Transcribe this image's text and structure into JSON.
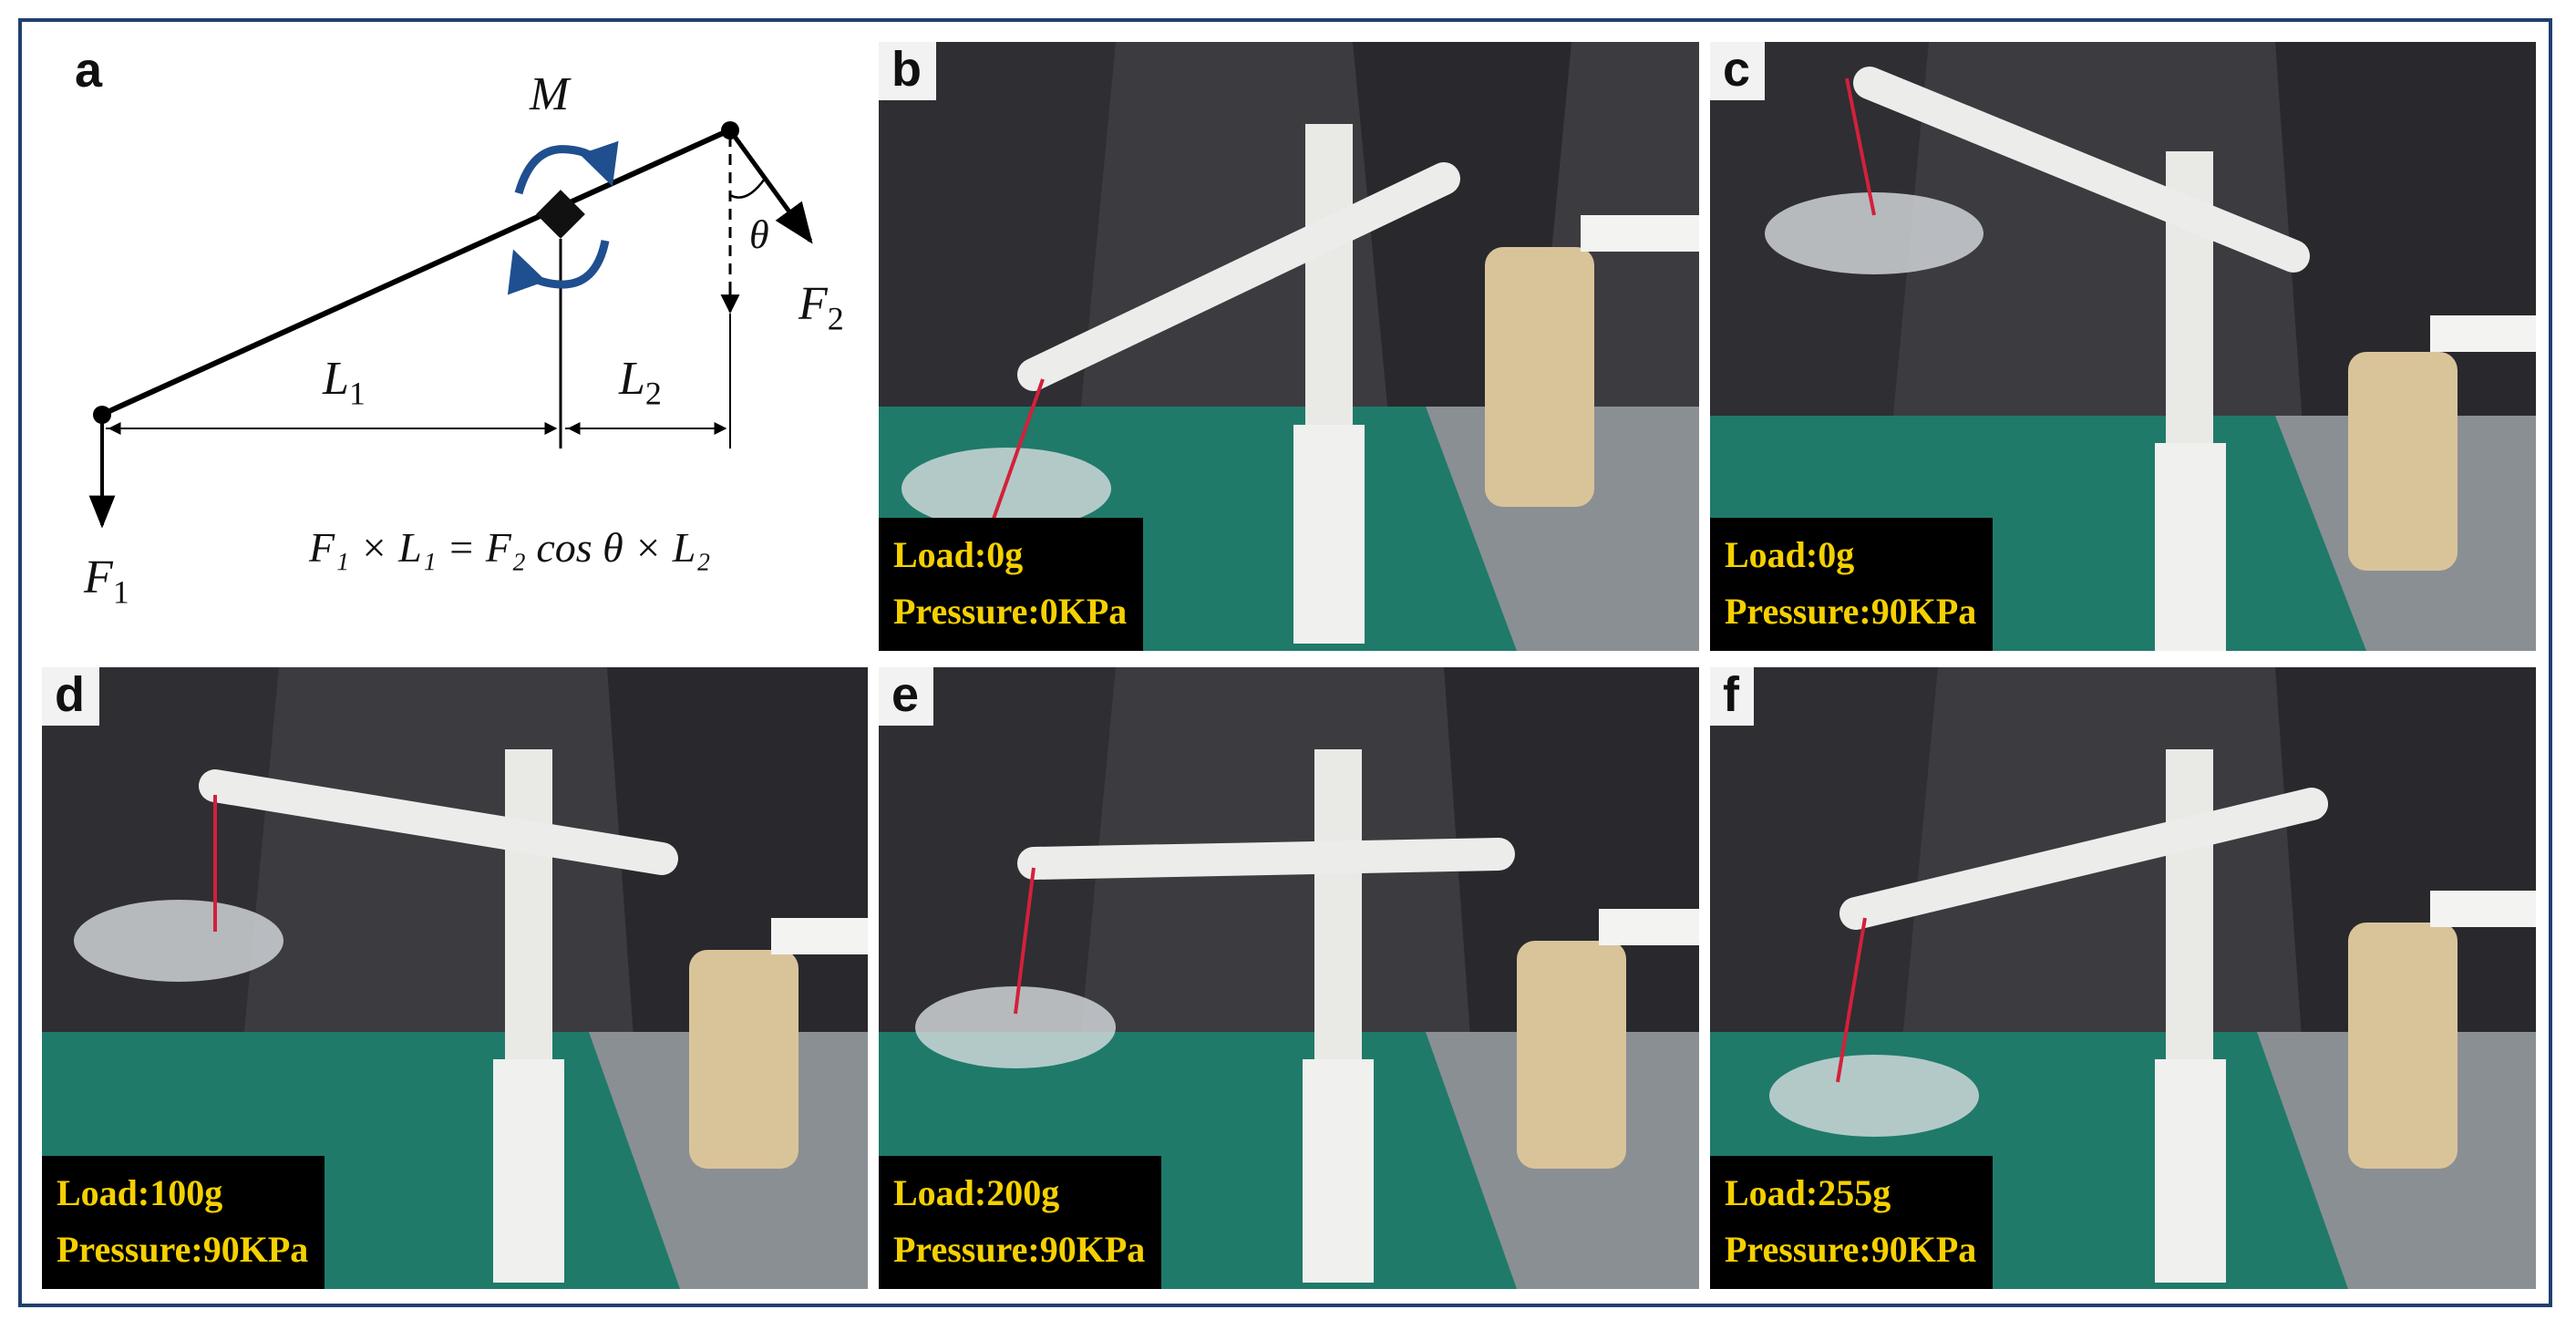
{
  "panels": {
    "a": {
      "letter": "a",
      "labels": {
        "M": "M",
        "theta": "θ",
        "F1": "F",
        "F1_sub": "1",
        "F2": "F",
        "F2_sub": "2",
        "L1": "L",
        "L1_sub": "1",
        "L2": "L",
        "L2_sub": "2"
      },
      "equation": "F₁ × L₁ = F₂ cos θ × L₂",
      "colors": {
        "moment_arrows": "#1f4f8f",
        "lines": "#000000"
      }
    },
    "b": {
      "letter": "b",
      "load": "Load:0g",
      "pressure": "Pressure:0KPa"
    },
    "c": {
      "letter": "c",
      "load": "Load:0g",
      "pressure": "Pressure:90KPa"
    },
    "d": {
      "letter": "d",
      "load": "Load:100g",
      "pressure": "Pressure:90KPa"
    },
    "e": {
      "letter": "e",
      "load": "Load:200g",
      "pressure": "Pressure:90KPa"
    },
    "f": {
      "letter": "f",
      "load": "Load:255g",
      "pressure": "Pressure:90KPa"
    }
  },
  "colors": {
    "frame": "#20406e",
    "caption_text": "#f5d000",
    "caption_bg": "#000000"
  }
}
